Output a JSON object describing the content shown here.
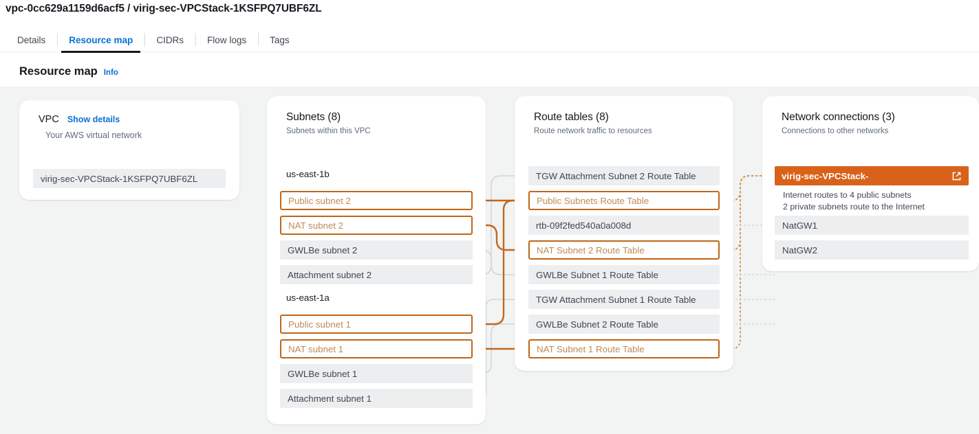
{
  "header": {
    "title": "vpc-0cc629a1159d6acf5 / virig-sec-VPCStack-1KSFPQ7UBF6ZL"
  },
  "tabs": [
    {
      "label": "Details",
      "active": false
    },
    {
      "label": "Resource map",
      "active": true
    },
    {
      "label": "CIDRs",
      "active": false
    },
    {
      "label": "Flow logs",
      "active": false
    },
    {
      "label": "Tags",
      "active": false
    }
  ],
  "section": {
    "title": "Resource map",
    "info_label": "Info"
  },
  "colors": {
    "accent_orange": "#d9621a",
    "selected_border": "#bf6516",
    "selected_text": "#c08a55",
    "link_blue": "#0972d3",
    "chip_grey": "#eceef0",
    "canvas_grey": "#f2f3f3"
  },
  "vpc_card": {
    "label": "VPC",
    "show_details": "Show details",
    "subtitle": "Your AWS virtual network",
    "node": {
      "label": "virig-sec-VPCStack-1KSFPQ7UBF6ZL",
      "selected": false
    }
  },
  "subnets_card": {
    "title": "Subnets (8)",
    "subtitle": "Subnets within this VPC",
    "groups": [
      {
        "az": "us-east-1b",
        "items": [
          {
            "label": "Public subnet 2",
            "selected": true
          },
          {
            "label": "NAT subnet 2",
            "selected": true
          },
          {
            "label": "GWLBe subnet 2",
            "selected": false
          },
          {
            "label": "Attachment subnet 2",
            "selected": false
          }
        ]
      },
      {
        "az": "us-east-1a",
        "items": [
          {
            "label": "Public subnet 1",
            "selected": true
          },
          {
            "label": "NAT subnet 1",
            "selected": true
          },
          {
            "label": "GWLBe subnet 1",
            "selected": false
          },
          {
            "label": "Attachment subnet 1",
            "selected": false
          }
        ]
      }
    ]
  },
  "route_tables_card": {
    "title": "Route tables (8)",
    "subtitle": "Route network traffic to resources",
    "items": [
      {
        "label": "TGW Attachment Subnet 2 Route Table",
        "selected": false
      },
      {
        "label": "Public Subnets Route Table",
        "selected": true
      },
      {
        "label": "rtb-09f2fed540a0a008d",
        "selected": false
      },
      {
        "label": "NAT Subnet 2 Route Table",
        "selected": true
      },
      {
        "label": "GWLBe Subnet 1 Route Table",
        "selected": false
      },
      {
        "label": "TGW Attachment Subnet 1 Route Table",
        "selected": false
      },
      {
        "label": "GWLBe Subnet 2 Route Table",
        "selected": false
      },
      {
        "label": "NAT Subnet 1 Route Table",
        "selected": true
      }
    ]
  },
  "network_connections_card": {
    "title": "Network connections (3)",
    "subtitle": "Connections to other networks",
    "items": [
      {
        "label": "virig-sec-VPCStack-",
        "style": "orange",
        "external_link_icon": "external-link-icon",
        "description_lines": [
          "Internet routes to 4 public subnets",
          "2 private subnets route to the Internet"
        ]
      },
      {
        "label": "NatGW1",
        "style": "plain",
        "description_lines": []
      },
      {
        "label": "NatGW2",
        "style": "plain",
        "description_lines": []
      }
    ]
  }
}
